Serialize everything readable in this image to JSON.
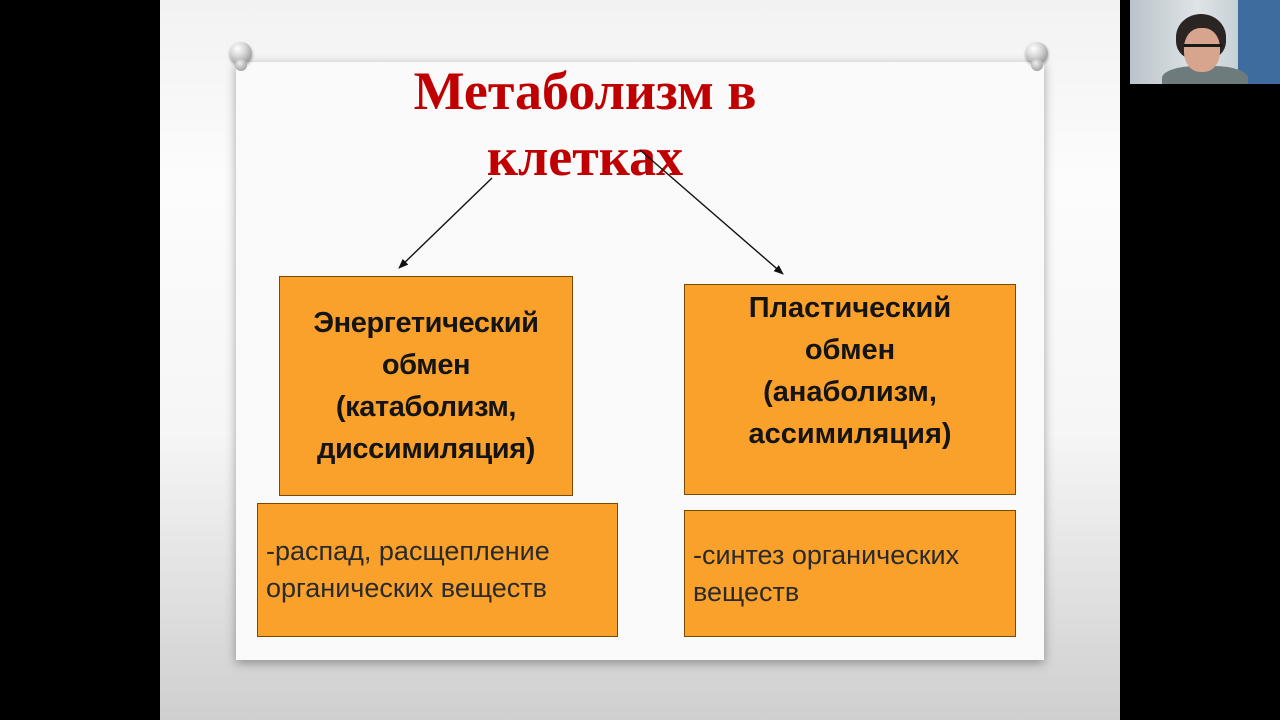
{
  "slide": {
    "title": "Метаболизм в клетках",
    "energy_box": {
      "lines": [
        "Энергетический",
        "обмен",
        "(катаболизм,",
        "диссимиляция)"
      ],
      "description_lines": [
        "-распад, расщепление",
        "органических веществ"
      ]
    },
    "plastic_box": {
      "lines": [
        "Пластический",
        "обмен",
        "(анаболизм,",
        "ассимиляция)"
      ],
      "description_lines": [
        "-синтез органических",
        "веществ"
      ]
    }
  },
  "colors": {
    "title": "#c00000",
    "box_fill": "#f9a12b",
    "background_bars": "#000000"
  },
  "icons": [
    "pushpin-icon",
    "pushpin-icon",
    "arrow-left",
    "arrow-right"
  ],
  "webcam": {
    "label": ""
  }
}
